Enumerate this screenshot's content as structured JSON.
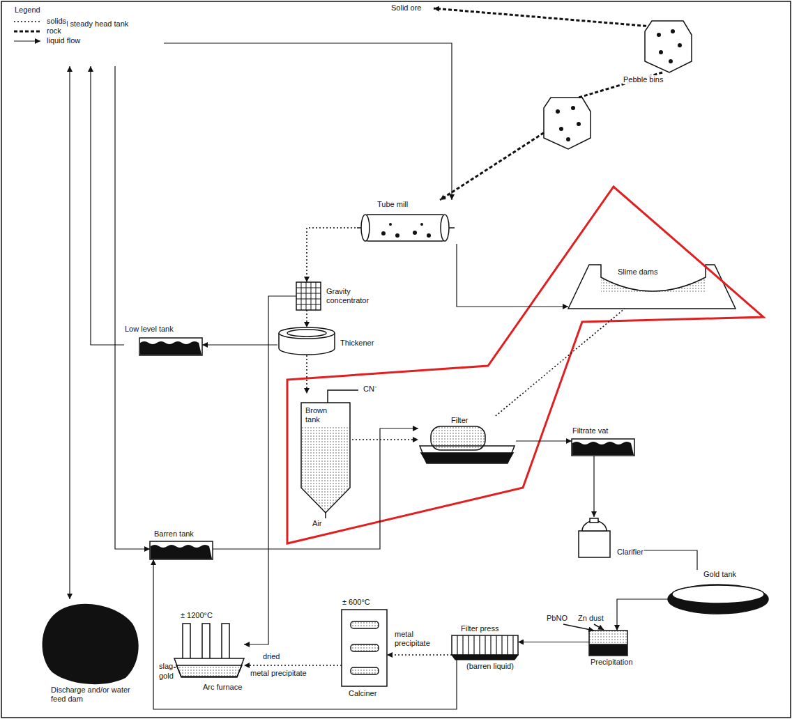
{
  "diagram": {
    "nodes": [
      {
        "text": [
          "Mill steady head tank"
        ]
      },
      {
        "text": [
          "Pebble bins"
        ]
      },
      {
        "text": [
          "Tube mill"
        ]
      },
      {
        "text": [
          "Slime dams"
        ]
      },
      {
        "text": [
          "Gravity concentrator"
        ]
      },
      {
        "text": [
          "Low level tank"
        ]
      },
      {
        "text": [
          "Thickener"
        ]
      },
      {
        "text": [
          "Brown tank"
        ]
      },
      {
        "text": [
          "Filter"
        ]
      },
      {
        "text": [
          "Filtrate vat"
        ]
      },
      {
        "text": [
          "Barren tank"
        ]
      },
      {
        "text": [
          "Clarifier"
        ]
      },
      {
        "text": [
          "Gold tank"
        ]
      },
      {
        "text": [
          "Discharge and/or water feed dam"
        ]
      },
      {
        "text": [
          "Arc furnace"
        ]
      },
      {
        "text": [
          "Calciner"
        ]
      },
      {
        "text": [
          "Filter press"
        ]
      },
      {
        "text": [
          "Precipitation"
        ]
      }
    ],
    "edges": [
      {
        "from": 0,
        "to": 2,
        "arrow": "to"
      },
      {
        "from": 1,
        "to": 2,
        "arrow": "to"
      },
      {
        "from": 2,
        "to": 4,
        "arrow": "to"
      },
      {
        "from": 4,
        "to": 6,
        "arrow": "to"
      },
      {
        "from": 4,
        "to": 14,
        "arrow": "to"
      },
      {
        "from": 6,
        "to": 5,
        "arrow": "to"
      },
      {
        "from": 6,
        "to": 7,
        "arrow": "to"
      },
      {
        "from": 2,
        "to": 3,
        "arrow": "to"
      },
      {
        "from": 7,
        "to": 8,
        "arrow": "to"
      },
      {
        "from": 8,
        "to": 3,
        "arrow": "none"
      },
      {
        "from": 8,
        "to": 9,
        "arrow": "to"
      },
      {
        "from": 9,
        "to": 11,
        "arrow": "to"
      },
      {
        "from": 11,
        "to": 12,
        "arrow": "none"
      },
      {
        "from": 12,
        "to": 17,
        "arrow": "to"
      },
      {
        "from": 17,
        "to": 16,
        "arrow": "to"
      },
      {
        "from": 16,
        "to": 15,
        "arrow": "to"
      },
      {
        "from": 15,
        "to": 14,
        "arrow": "to"
      },
      {
        "from": 10,
        "to": 8,
        "arrow": "to"
      },
      {
        "from": 0,
        "to": 10,
        "arrow": "to"
      },
      {
        "from": 0,
        "to": 13,
        "arrow": "both"
      },
      {
        "from": 5,
        "to": 0,
        "arrow": "to"
      },
      {
        "from": 16,
        "to": 10,
        "arrow": "to"
      }
    ],
    "labels": [
      "Legend",
      "Solid ore",
      "CN⁻",
      "Air",
      "± 1200°C",
      "slag",
      "gold",
      "dried",
      "metal precipitate",
      "± 600°C",
      "metal precipitate",
      "(barren liquid)",
      "PbNO",
      "Zn dust"
    ],
    "legend": [
      {
        "text": "solids"
      },
      {
        "text": "rock"
      },
      {
        "text": "liquid flow"
      }
    ]
  }
}
